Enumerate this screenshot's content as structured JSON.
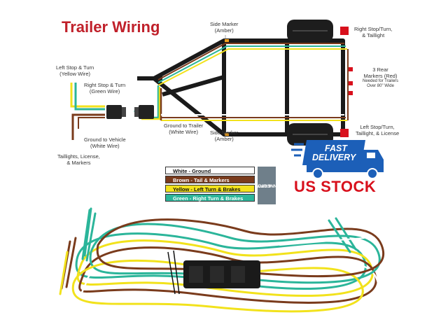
{
  "title": "Trailer Wiring",
  "labels": {
    "side_marker_top": [
      "Side Marker",
      "(Amber)"
    ],
    "side_marker_bottom": [
      "Side Marker",
      "(Amber)"
    ],
    "right_stop_turn_tail": [
      "Right Stop/Turn,",
      "& Taillight"
    ],
    "rear_markers": [
      "3 Rear",
      "Markers (Red)"
    ],
    "rear_markers_note": [
      "Needed for Trailers",
      "Over 80\" Wide"
    ],
    "left_stop_turn_tail": [
      "Left Stop/Turn,",
      "Taillight, & License"
    ],
    "left_stop_turn_yellow": [
      "Left Stop & Turn",
      "(Yellow Wire)"
    ],
    "right_stop_turn_green": [
      "Right Stop & Turn",
      "(Green Wire)"
    ],
    "ground_to_vehicle": [
      "Ground to Vehicle",
      "(White Wire)"
    ],
    "ground_to_trailer": [
      "Ground to Trailer",
      "(White Wire)"
    ],
    "taillights_license": [
      "Taillights, License,",
      "& Markers"
    ]
  },
  "legend": [
    {
      "text": "White - Ground",
      "bg": "#ffffff",
      "fg": "#111111"
    },
    {
      "text": "Brown - Tail & Markers",
      "bg": "#7a3b1c",
      "fg": "#ffffff"
    },
    {
      "text": "Yellow - Left Turn & Brakes",
      "bg": "#f2e21c",
      "fg": "#111111"
    },
    {
      "text": "Green - Right Turn & Brakes",
      "bg": "#2bb59a",
      "fg": "#ffffff"
    }
  ],
  "connector_tag": [
    "4-WAY",
    "CONNECTOR"
  ],
  "badge": {
    "line1": "FAST",
    "line2": "DELIVERY"
  },
  "stock_text": "US STOCK",
  "colors": {
    "white": "#ffffff",
    "brown": "#7a3b1c",
    "yellow": "#f2e21c",
    "green": "#2bb59a",
    "title": "#c0202a",
    "badge": "#1c5fb8",
    "stock": "#d8101c"
  }
}
